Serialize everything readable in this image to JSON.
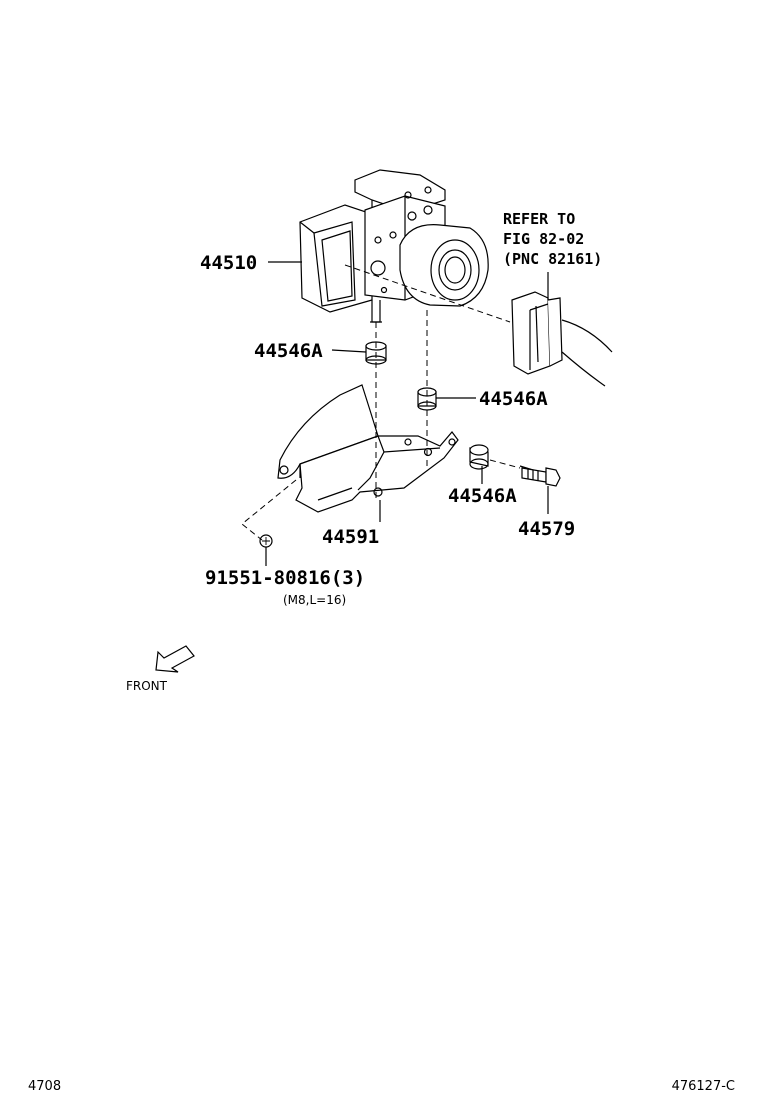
{
  "parts": {
    "actuator": "44510",
    "cushion_top": "44546A",
    "cushion_right": "44546A",
    "cushion_lower": "44546A",
    "bracket": "44591",
    "bolt": "44579",
    "fastener": "91551-80816(3)",
    "fastener_spec": "(M8,L=16)"
  },
  "refer": {
    "line1": "REFER TO",
    "line2": "FIG 82-02",
    "line3": "(PNC 82161)"
  },
  "front_label": "FRONT",
  "footer": {
    "left": "4708",
    "right": "476127-C"
  }
}
